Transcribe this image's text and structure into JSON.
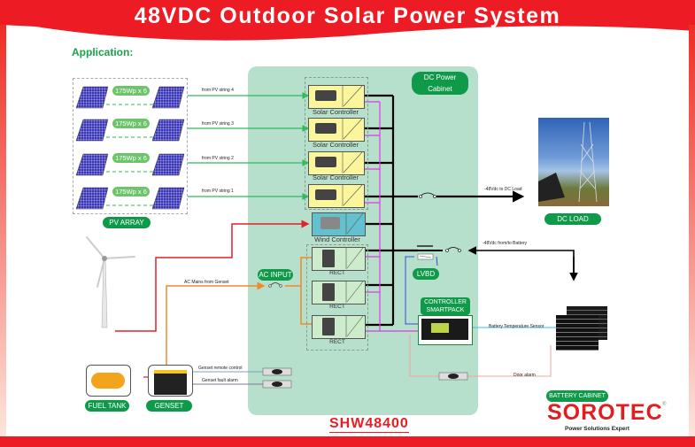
{
  "header": {
    "title": "48VDC Outdoor Solar Power System",
    "application_label": "Application:"
  },
  "colors": {
    "brand_red": "#ed1c24",
    "label_green": "#0e9a48",
    "cabinet_bg": "#b6dfcc",
    "pv_line": "#2dba5b",
    "wind_line": "#e0222a",
    "ac_line": "#f08a2c",
    "dc_bus": "#000000",
    "signal_line": "#e03ae0"
  },
  "pv_array": {
    "label": "PV ARRAY",
    "strings": [
      {
        "rating": "175Wp x 6",
        "line_label": "from PV string 4"
      },
      {
        "rating": "175Wp x 6",
        "line_label": "from PV string 3"
      },
      {
        "rating": "175Wp x 6",
        "line_label": "from PV string 2"
      },
      {
        "rating": "175Wp x 6",
        "line_label": "from PV string 1"
      }
    ]
  },
  "cabinet": {
    "label": "DC Power Cabinet",
    "solar_controllers": [
      "Solar Controller",
      "Solar Controller",
      "Solar Controller",
      ""
    ],
    "wind_controller": "Wind Controller",
    "rectifiers": [
      "RECT",
      "RECT",
      "RECT"
    ],
    "ac_input": "AC INPUT",
    "lvbd": "LVBD",
    "controller": "CONTROLLER SMARTPACK"
  },
  "connections": {
    "dc_load": "-48Vdc to DC Load",
    "battery": "-48Vdc from/to Battery",
    "ac_mains": "AC Mains from Genset",
    "genset_remote": "Genset remote control",
    "genset_fault": "Genset fault alarm",
    "battery_temp": "Battery Temperature Sensor",
    "door_alarm": "Door alarm"
  },
  "equipment": {
    "dc_load": "DC LOAD",
    "fuel_tank": "FUEL TANK",
    "genset": "GENSET",
    "battery_cabinet": "BATTERY CABINET"
  },
  "footer": {
    "model": "SHW48400",
    "brand": "SOROTEC",
    "registered": "®",
    "tagline": "Power Solutions Expert"
  }
}
